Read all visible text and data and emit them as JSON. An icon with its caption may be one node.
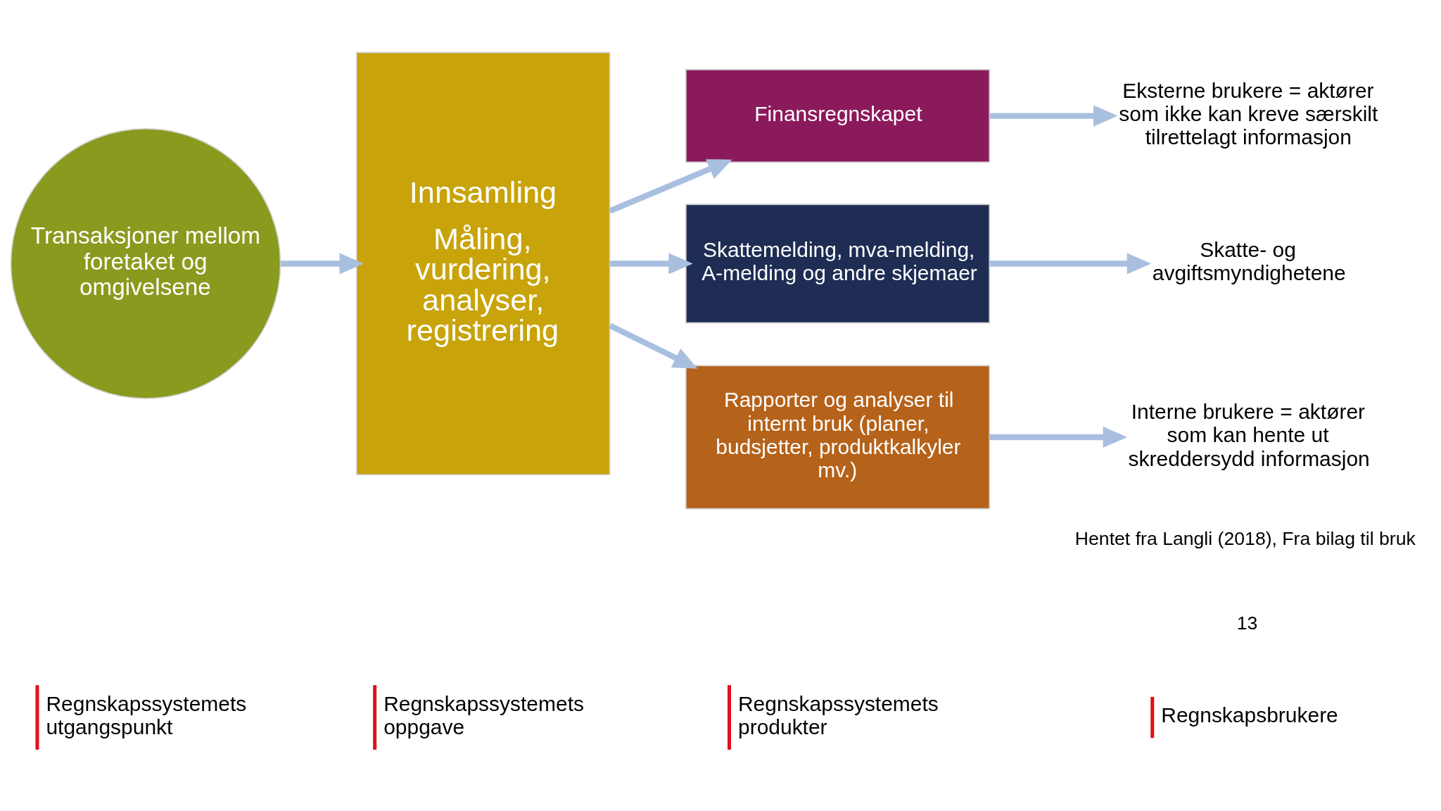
{
  "diagram": {
    "nodes": [
      {
        "text": [
          "Transaksjoner mellom foretaket og omgivelsene"
        ]
      },
      {
        "text": [
          "Innsamling",
          "Måling, vurdering, analyser, registrering"
        ]
      },
      {
        "text": [
          "Finansregnskapet"
        ]
      },
      {
        "text": [
          "Skattemelding, mva-melding, A-melding og andre skjemaer"
        ]
      },
      {
        "text": [
          "Rapporter og analyser til internt bruk (planer, budsjetter, produktkalkyler mv.)"
        ]
      },
      {
        "text": [
          "Eksterne brukere = aktører som ikke kan kreve særskilt tilrettelagt informasjon"
        ]
      },
      {
        "text": [
          "Skatte- og avgiftsmyndighetene"
        ]
      },
      {
        "text": [
          "Interne brukere = aktører som kan hente ut skreddersydd informasjon"
        ]
      }
    ],
    "edges": [
      {
        "from": 0,
        "to": 1,
        "arrow": "to"
      },
      {
        "from": 1,
        "to": 2,
        "arrow": "to"
      },
      {
        "from": 1,
        "to": 3,
        "arrow": "to"
      },
      {
        "from": 1,
        "to": 4,
        "arrow": "to"
      },
      {
        "from": 2,
        "to": 5,
        "arrow": "to"
      },
      {
        "from": 3,
        "to": 6,
        "arrow": "to"
      },
      {
        "from": 4,
        "to": 7,
        "arrow": "to"
      }
    ],
    "labels": [
      "Regnskapssystemets utgangspunkt",
      "Regnskapssystemets oppgave",
      "Regnskapssystemets produkter",
      "Regnskapsbrukere",
      "Hentet fra Langli (2018), Fra bilag til bruk",
      "13"
    ]
  }
}
